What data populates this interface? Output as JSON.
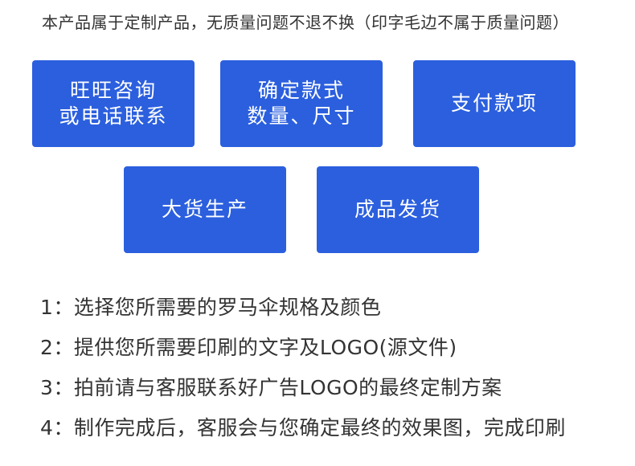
{
  "notice": "本产品属于定制产品，无质量问题不退不换（印字毛边不属于质量问题）",
  "colors": {
    "box_blue": "#2b5fde",
    "text": "#333333"
  },
  "steps": [
    {
      "line1": "旺旺咨询",
      "line2": "或电话联系"
    },
    {
      "line1": "确定款式",
      "line2": "数量、尺寸"
    },
    {
      "line1": "支付款项",
      "line2": ""
    },
    {
      "line1": "大货生产",
      "line2": ""
    },
    {
      "line1": "成品发货",
      "line2": ""
    }
  ],
  "instructions": [
    "1：选择您所需要的罗马伞规格及颜色",
    "2：提供您所需要印刷的文字及LOGO(源文件)",
    "3：拍前请与客服联系好广告LOGO的最终定制方案",
    "4：制作完成后，客服会与您确定最终的效果图，完成印刷"
  ]
}
